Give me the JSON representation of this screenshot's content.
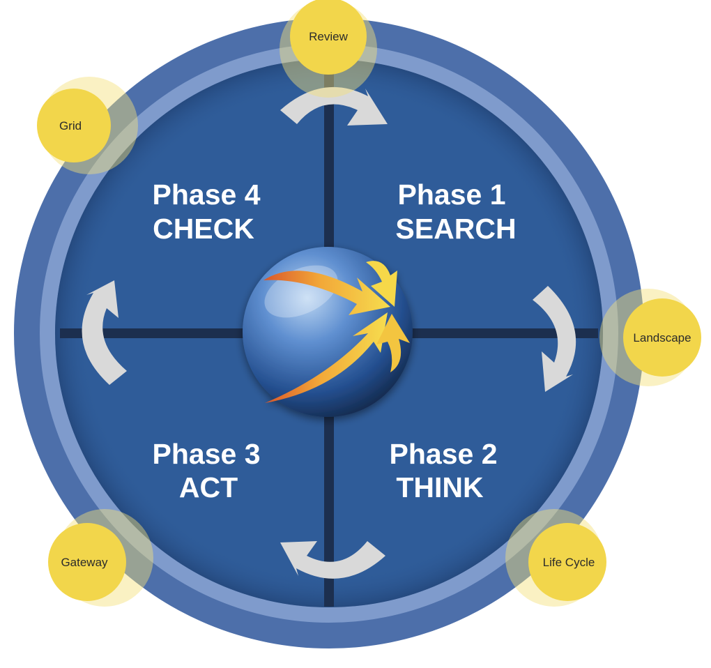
{
  "colors": {
    "outer_ring": "#4d6faa",
    "mid_ring": "#7f9bcc",
    "inner_disc": "#2f5c99",
    "cross_lines": "#1c2f4f",
    "arrow_fill": "#d9d9d9",
    "node_fill": "#f2d64b",
    "node_halo": "#f5e07a"
  },
  "phases": [
    {
      "id": "phase-1",
      "number": "Phase 1",
      "name": "SEARCH"
    },
    {
      "id": "phase-2",
      "number": "Phase 2",
      "name": "THINK"
    },
    {
      "id": "phase-3",
      "number": "Phase 3",
      "name": "ACT"
    },
    {
      "id": "phase-4",
      "number": "Phase 4",
      "name": "CHECK"
    }
  ],
  "nodes": [
    {
      "id": "review",
      "label": "Review"
    },
    {
      "id": "grid",
      "label": "Grid"
    },
    {
      "id": "landscape",
      "label": "Landscape"
    },
    {
      "id": "life-cycle",
      "label": "Life Cycle"
    },
    {
      "id": "gateway",
      "label": "Gateway"
    }
  ],
  "center_icon": "globe-with-converging-arrows-icon",
  "cycle_arrows": [
    "top-clockwise-arrow-icon",
    "right-clockwise-arrow-icon",
    "bottom-clockwise-arrow-icon",
    "left-clockwise-arrow-icon"
  ]
}
